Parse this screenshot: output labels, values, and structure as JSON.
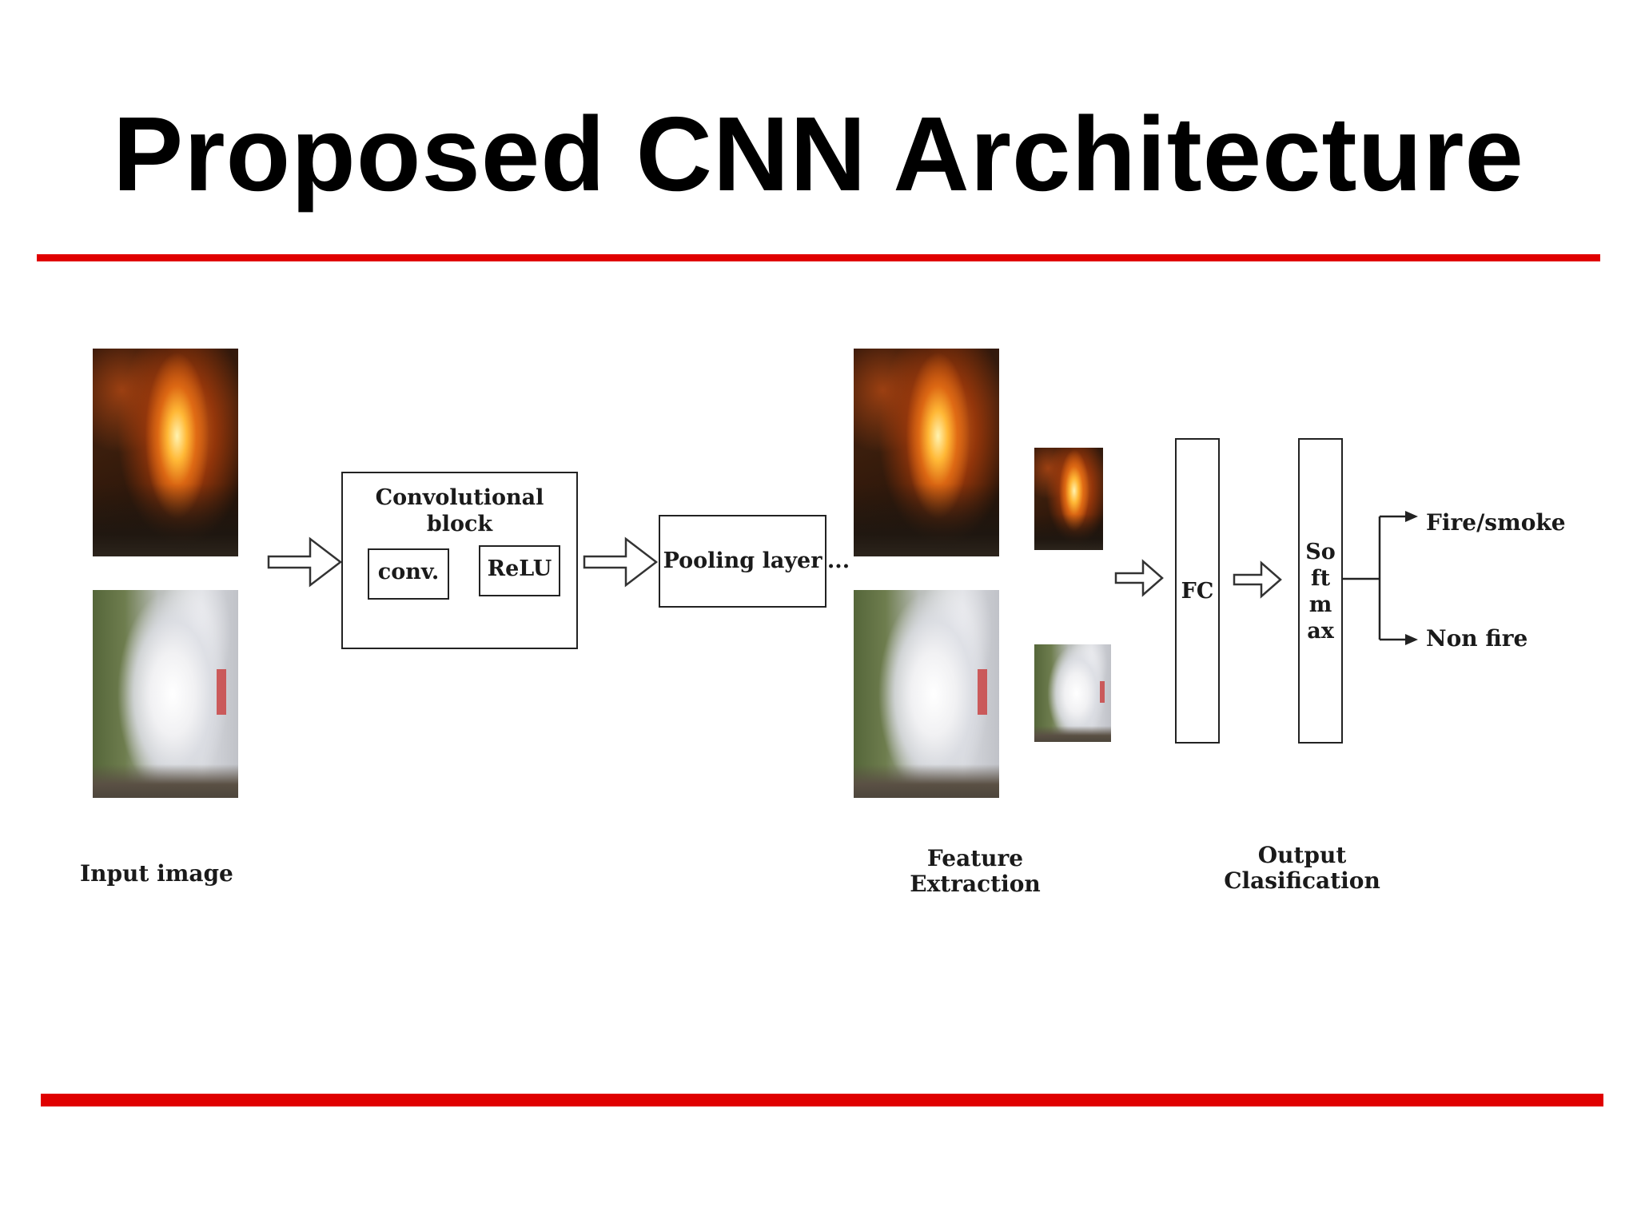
{
  "slide": {
    "title": "Proposed CNN Architecture",
    "accent_color": "#e00000"
  },
  "diagram": {
    "input_label": "Input image",
    "conv_block": {
      "title_line1": "Convolutional",
      "title_line2": "block",
      "conv_label": "conv.",
      "relu_label": "ReLU"
    },
    "pooling_label": "Pooling layer",
    "ellipsis": "...",
    "feature_label_line1": "Feature",
    "feature_label_line2": "Extraction",
    "fc_label": "FC",
    "softmax_lines": [
      "So",
      "ft",
      "m",
      "ax"
    ],
    "output_label_line1": "Output",
    "output_label_line2": "Clasification",
    "class_fire": "Fire/smoke",
    "class_nonfire": "Non fire"
  }
}
